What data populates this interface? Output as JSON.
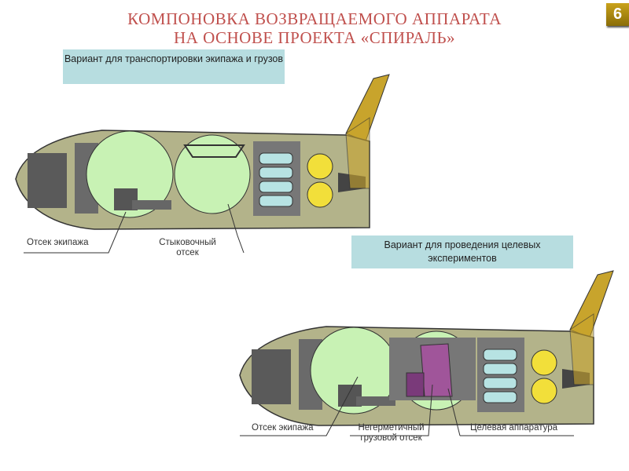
{
  "title": {
    "line1": "КОМПОНОВКА ВОЗВРАЩАЕМОГО АППАРАТА",
    "line2": "НА ОСНОВЕ ПРОЕКТА «СПИРАЛЬ»"
  },
  "slide_number": "6",
  "variant_crew": {
    "label": "Вариант для транспортировки экипажа и грузов",
    "labels": {
      "crew": "Отсек экипажа",
      "docking": "Стыковочный отсек"
    }
  },
  "variant_experiments": {
    "label": "Вариант для проведения целевых экспериментов",
    "labels": {
      "crew": "Отсек экипажа",
      "cargo": "Негерметичный грузовой отсек",
      "payload": "Целевая аппаратура"
    }
  },
  "colors": {
    "title": "#c0504d",
    "hull": "#b3b38a",
    "fin": "#c8a42c",
    "crew_cabin": "#c8f2b4",
    "payload": "#a0559a",
    "tank": "#b7e3e3"
  }
}
